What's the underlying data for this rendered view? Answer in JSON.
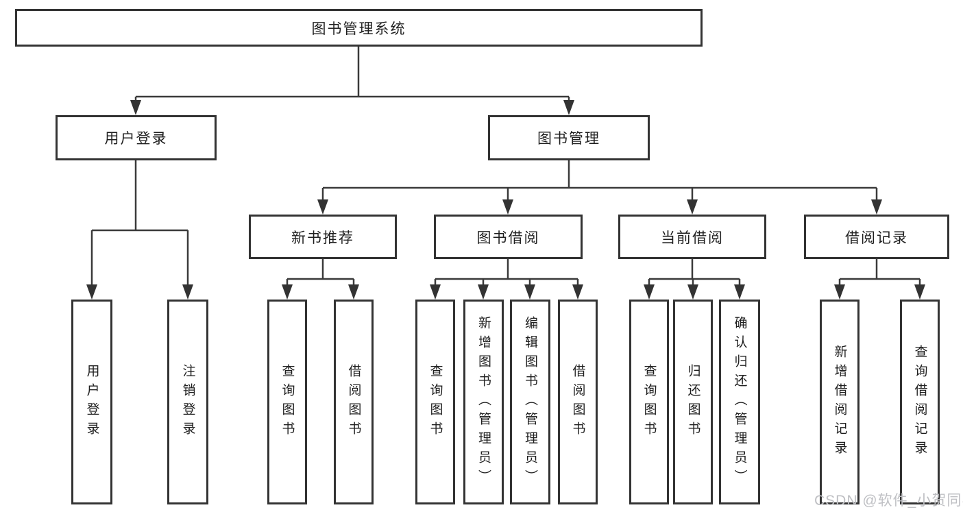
{
  "page": {
    "background": "#ffffff",
    "line_color": "#3a3a3a",
    "border_color": "#333333",
    "text_color": "#1f1f1f"
  },
  "tree": {
    "root": {
      "label": "图书管理系统"
    },
    "branches": [
      {
        "label": "用户登录",
        "children": [
          "用户登录",
          "注销登录"
        ]
      },
      {
        "label": "图书管理",
        "groups": [
          {
            "label": "新书推荐",
            "children": [
              "查询图书",
              "借阅图书"
            ]
          },
          {
            "label": "图书借阅",
            "children": [
              "查询图书",
              "新增图书（管理员）",
              "编辑图书（管理员）",
              "借阅图书"
            ]
          },
          {
            "label": "当前借阅",
            "children": [
              "查询图书",
              "归还图书",
              "确认归还（管理员）"
            ]
          },
          {
            "label": "借阅记录",
            "children": [
              "新增借阅记录",
              "查询借阅记录"
            ]
          }
        ]
      }
    ]
  },
  "watermark": {
    "text": "CSDN @软件_小贺同学",
    "color": "#bfc0c4"
  }
}
